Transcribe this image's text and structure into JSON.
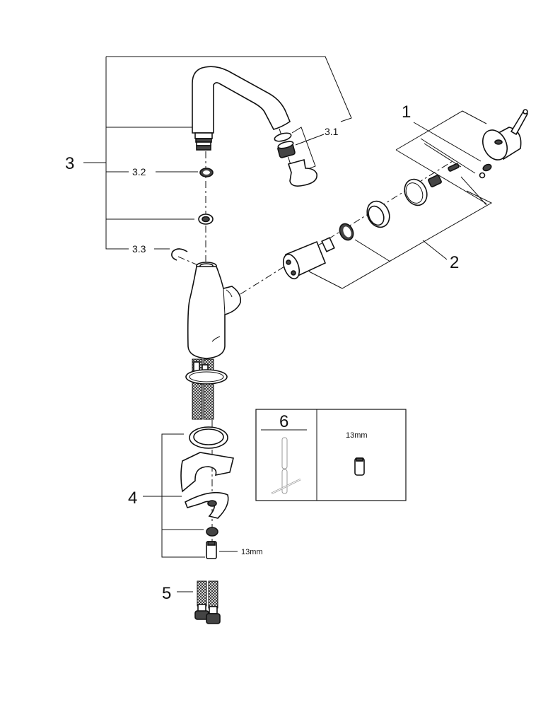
{
  "diagram": {
    "title": "Faucet spare parts exploded view",
    "callouts": {
      "c1": "1",
      "c2": "2",
      "c3": "3",
      "c3_1": "3.1",
      "c3_2": "3.2",
      "c3_3": "3.3",
      "c4": "4",
      "c5": "5",
      "c6": "6"
    },
    "dimensions": {
      "nut_size_label": "13mm",
      "tool_box_nut_label": "13mm"
    },
    "tool_box": {
      "item_number": "6",
      "tool_name": "cartridge-wrench",
      "nut_label": "13mm"
    },
    "parts": [
      {
        "id": "1",
        "name": "lever-handle"
      },
      {
        "id": "2",
        "name": "cartridge-assembly"
      },
      {
        "id": "3",
        "name": "spout-assembly"
      },
      {
        "id": "3.1",
        "name": "aerator-set"
      },
      {
        "id": "3.2",
        "name": "o-ring"
      },
      {
        "id": "3.3",
        "name": "retaining-clip"
      },
      {
        "id": "4",
        "name": "mounting-set"
      },
      {
        "id": "5",
        "name": "flexible-hoses"
      },
      {
        "id": "6",
        "name": "special-tool"
      }
    ]
  }
}
